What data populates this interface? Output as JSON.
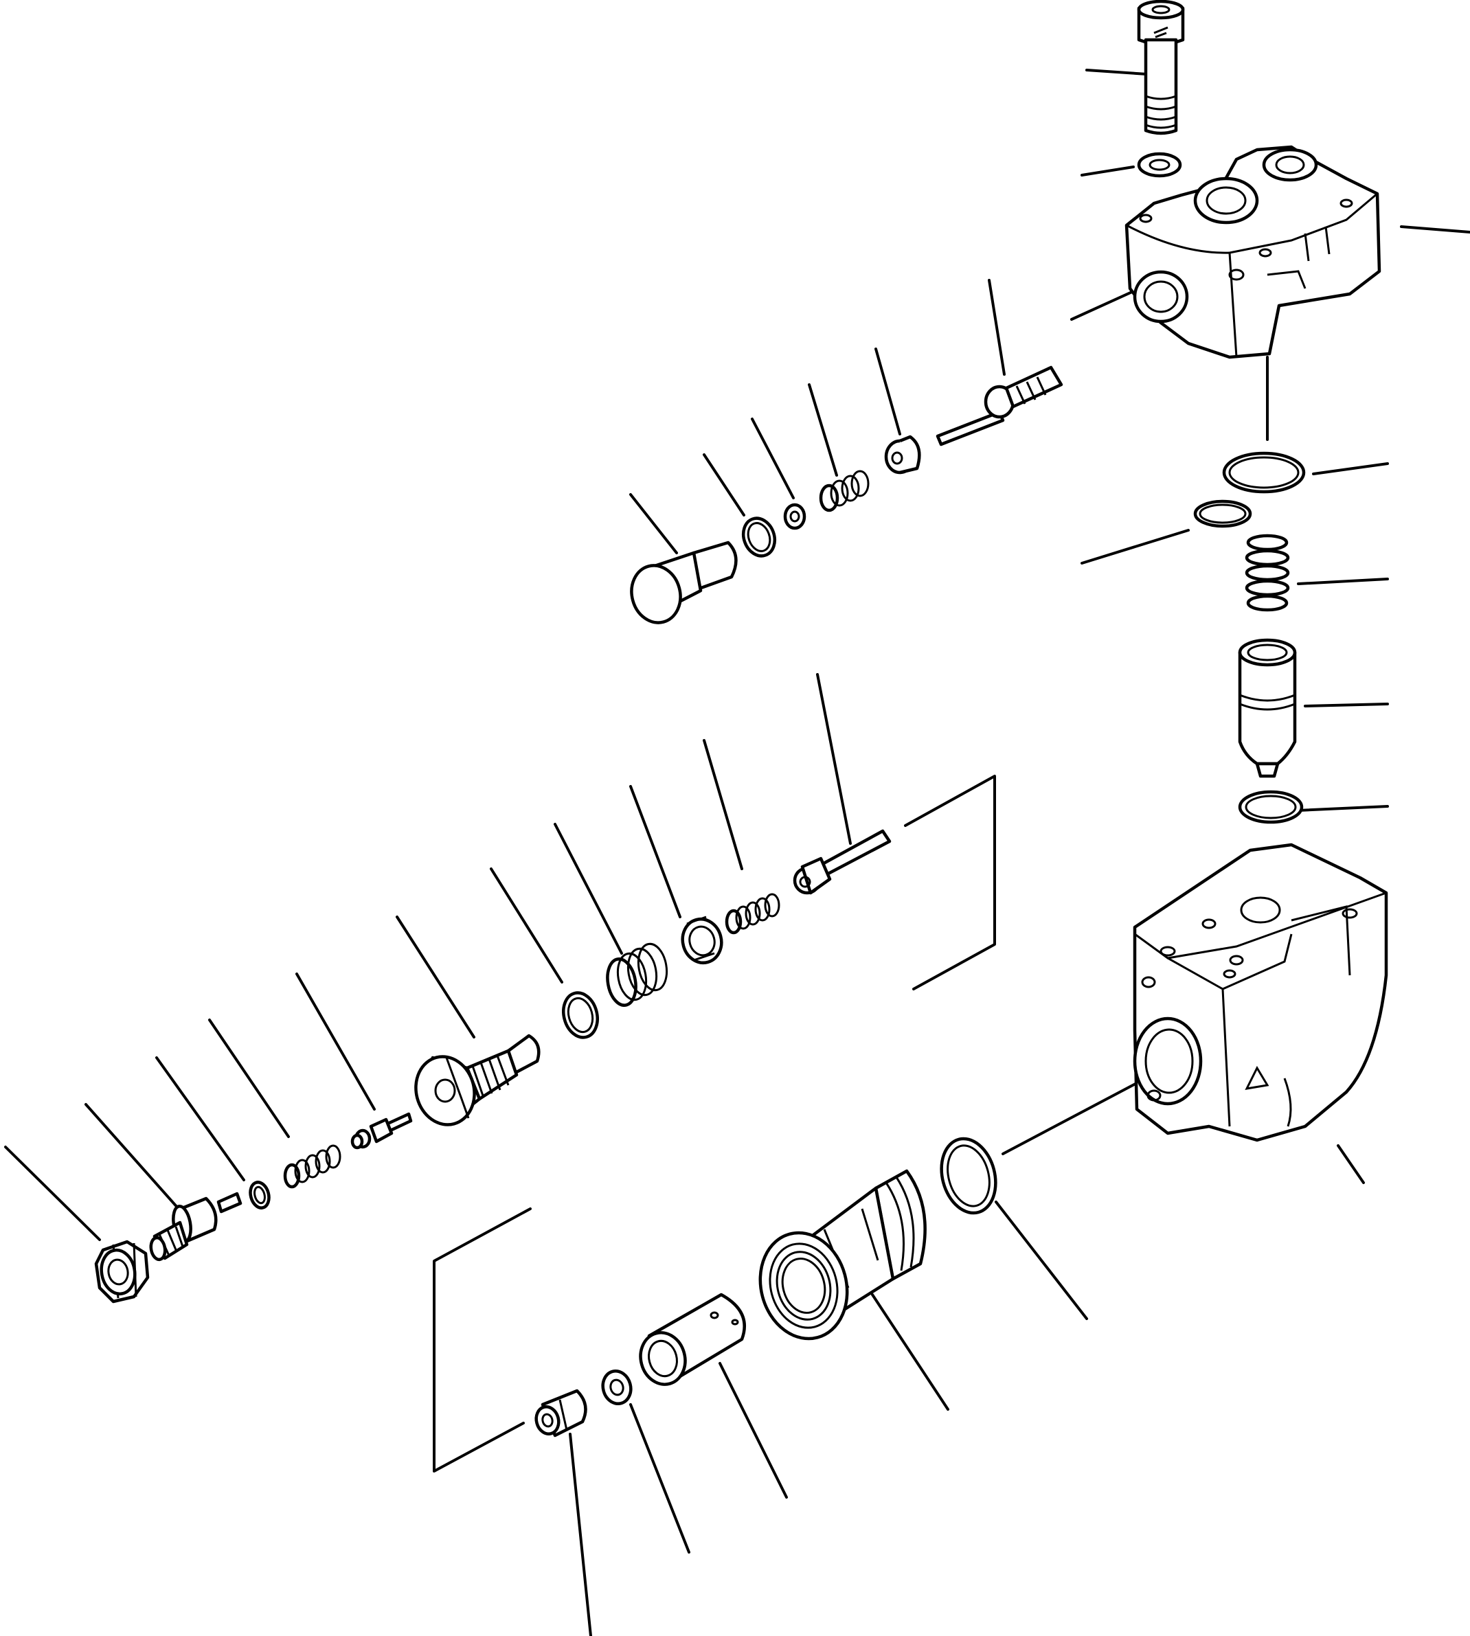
{
  "diagram": {
    "type": "exploded-parts-view",
    "line_color": "#000000",
    "background": "#ffffff",
    "parts": [
      {
        "id": "cap-screw"
      },
      {
        "id": "washer"
      },
      {
        "id": "upper-valve-body"
      },
      {
        "id": "pilot-needle"
      },
      {
        "id": "seat"
      },
      {
        "id": "spring-small"
      },
      {
        "id": "spacer"
      },
      {
        "id": "o-ring-small"
      },
      {
        "id": "plug"
      },
      {
        "id": "o-ring-large"
      },
      {
        "id": "o-ring-medium"
      },
      {
        "id": "spring-vertical"
      },
      {
        "id": "piston"
      },
      {
        "id": "backup-ring"
      },
      {
        "id": "lower-valve-body"
      },
      {
        "id": "o-ring-body"
      },
      {
        "id": "sleeve"
      },
      {
        "id": "main-poppet"
      },
      {
        "id": "retainer-ring"
      },
      {
        "id": "small-poppet"
      },
      {
        "id": "pin"
      },
      {
        "id": "spring-main-small"
      },
      {
        "id": "guide-ring"
      },
      {
        "id": "spring-main"
      },
      {
        "id": "o-ring-main"
      },
      {
        "id": "relief-cartridge"
      },
      {
        "id": "needle-lower"
      },
      {
        "id": "spring-adjust"
      },
      {
        "id": "o-ring-adjust"
      },
      {
        "id": "adjusting-screw"
      },
      {
        "id": "lock-nut"
      }
    ]
  }
}
